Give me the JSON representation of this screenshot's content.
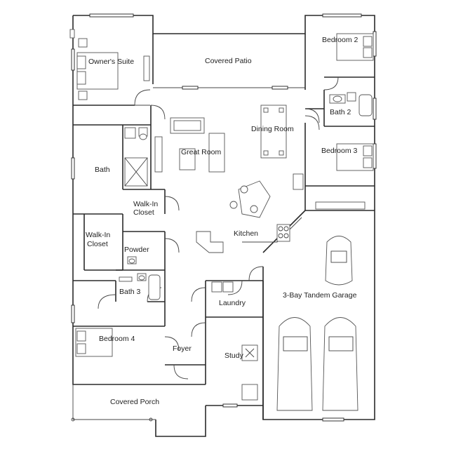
{
  "rooms": {
    "owners_suite": "Owner's Suite",
    "covered_patio": "Covered Patio",
    "bedroom_2": "Bedroom 2",
    "bath_2": "Bath 2",
    "dining_room": "Dining Room",
    "great_room": "Great Room",
    "bedroom_3": "Bedroom 3",
    "bath": "Bath",
    "walkin_closet_1_line1": "Walk-In",
    "walkin_closet_1_line2": "Closet",
    "walkin_closet_2_line1": "Walk-In",
    "walkin_closet_2_line2": "Closet",
    "kitchen": "Kitchen",
    "powder": "Powder",
    "bath_3": "Bath 3",
    "laundry": "Laundry",
    "garage": "3-Bay Tandem Garage",
    "bedroom_4": "Bedroom 4",
    "foyer": "Foyer",
    "study": "Study",
    "covered_porch": "Covered Porch"
  }
}
